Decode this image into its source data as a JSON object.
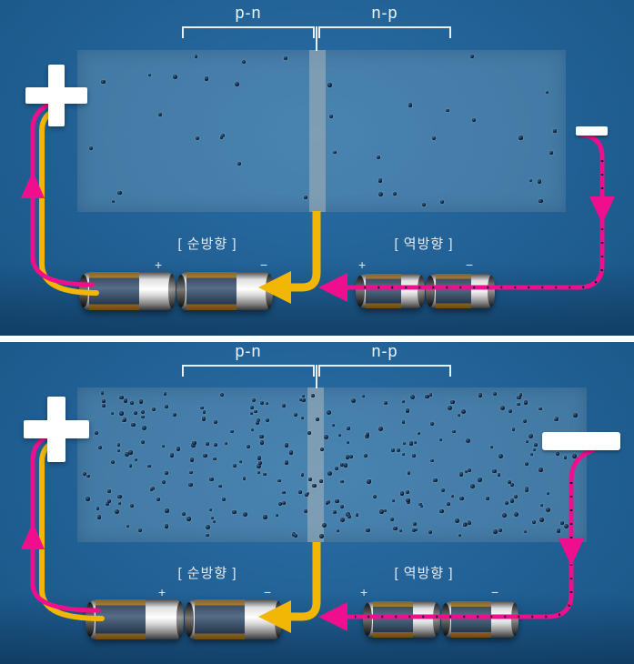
{
  "colors": {
    "background": "#1d5a8c",
    "semiconductor_block": "#85acc5",
    "junction_stripe": "#aab4ba",
    "wire_pink": "#ef0e8d",
    "wire_yellow": "#f2b705",
    "terminal_white": "#ffffff",
    "carrier_dot": "#0a1628"
  },
  "panels": [
    {
      "name": "forward-bias-sparse-carriers",
      "junction_labels": {
        "left": "p-n",
        "right": "n-p"
      },
      "terminals": {
        "positive": "+",
        "negative": "−"
      },
      "battery_groups": [
        {
          "direction_label": "[ 순방향 ]",
          "terminal_plus": "+",
          "terminal_minus": "−"
        },
        {
          "direction_label": "[ 역방향 ]",
          "terminal_plus": "+",
          "terminal_minus": "−"
        }
      ],
      "carrier_dots": {
        "count": 38,
        "seed": 7
      }
    },
    {
      "name": "forward-bias-dense-carriers",
      "junction_labels": {
        "left": "p-n",
        "right": "n-p"
      },
      "terminals": {
        "positive": "+",
        "negative": "−"
      },
      "battery_groups": [
        {
          "direction_label": "[ 순방향 ]",
          "terminal_plus": "+",
          "terminal_minus": "−"
        },
        {
          "direction_label": "[ 역방향 ]",
          "terminal_plus": "+",
          "terminal_minus": "−"
        }
      ],
      "carrier_dots": {
        "count": 280,
        "seed": 13
      }
    }
  ]
}
